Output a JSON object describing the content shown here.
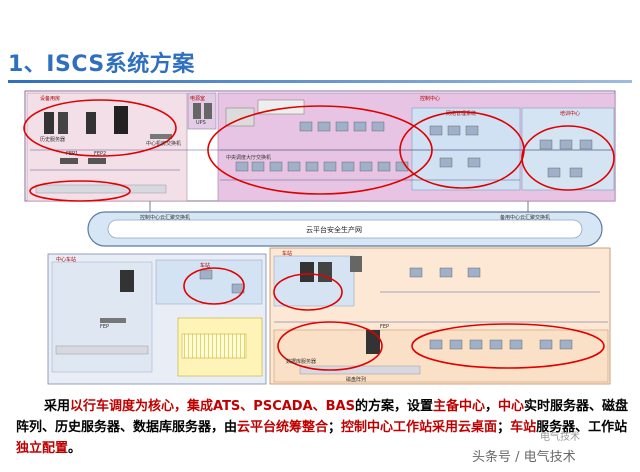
{
  "slide": {
    "title": "1、ISCS系统方案"
  },
  "diagram": {
    "center_regions": {
      "equipment_room": "设备用房",
      "power_room": "电源室",
      "control_center": "控制中心",
      "network_management": "网络管理系统",
      "training_center": "培训中心"
    },
    "center_items": {
      "hist_server": "历史服务器",
      "central_switch": "中心机房交换机",
      "ups": "UPS",
      "dispatch_large_screen": "中央调度大厅交换机",
      "fep1": "FEP1",
      "fep2": "FEP2"
    },
    "ring": {
      "label": "云平台安全生产网",
      "left_switch": "控制中心云汇聚交换机",
      "right_switch": "备用中心云汇聚交换机"
    },
    "station_regions": {
      "left_station": "中心车站",
      "left_station_sub": "车站",
      "right_station": "车站"
    },
    "station_items": {
      "left_fep": "FEP",
      "right_fep": "FEP",
      "right_db": "数据库服务器",
      "storage_array": "磁盘阵列"
    }
  },
  "caption": {
    "lead": "采用",
    "h1": "以行车调度为核心，集成ATS、PSCADA、BAS",
    "t2": "的方案，设置",
    "h2": "主备中心",
    "t3": "，",
    "h3": "中心",
    "t4": "实时服务器、磁盘阵列、历史服务器、数据库服务器，由",
    "h4": "云平台统筹整合",
    "t5": "；",
    "h5": "控制中心工作站采用云桌面",
    "t6": "；",
    "h6": "车站",
    "t7": "服务器、工作站",
    "h7": "独立配置",
    "t8": "。"
  },
  "watermark": {
    "logo_text": "电气技术",
    "main_text": "头条号 / 电气技术"
  },
  "colors": {
    "title_blue": "#2f6fbf",
    "highlight_red": "#c00000",
    "center_fill": "#e8c4e4",
    "station_fill": "#fbe0c8",
    "ring_fill": "#d7e6f4",
    "annotation_red": "#e00000"
  }
}
